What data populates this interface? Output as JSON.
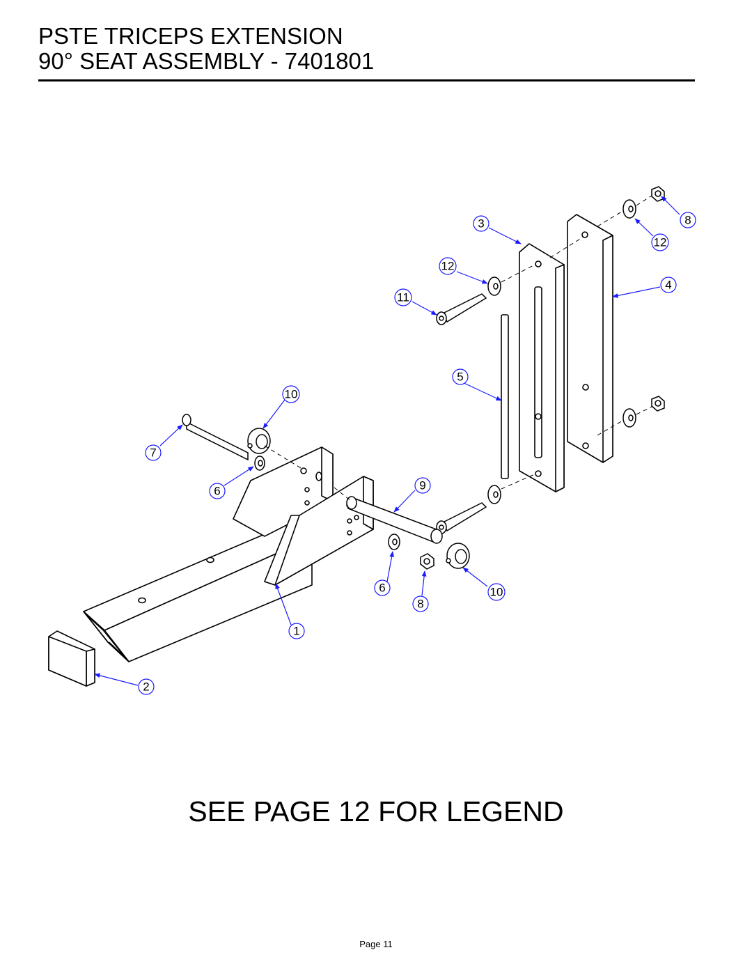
{
  "header": {
    "title_line1": "PSTE TRICEPS EXTENSION",
    "title_line2": "90° SEAT ASSEMBLY - 7401801"
  },
  "callouts": [
    {
      "id": "c3",
      "label": "3"
    },
    {
      "id": "c8a",
      "label": "8"
    },
    {
      "id": "c12a",
      "label": "12"
    },
    {
      "id": "c12b",
      "label": "12"
    },
    {
      "id": "c4",
      "label": "4"
    },
    {
      "id": "c11",
      "label": "11"
    },
    {
      "id": "c5",
      "label": "5"
    },
    {
      "id": "c10a",
      "label": "10"
    },
    {
      "id": "c7",
      "label": "7"
    },
    {
      "id": "c6a",
      "label": "6"
    },
    {
      "id": "c9",
      "label": "9"
    },
    {
      "id": "c6b",
      "label": "6"
    },
    {
      "id": "c10b",
      "label": "10"
    },
    {
      "id": "c8b",
      "label": "8"
    },
    {
      "id": "c1",
      "label": "1"
    },
    {
      "id": "c2",
      "label": "2"
    }
  ],
  "legend_note": "SEE PAGE 12 FOR LEGEND",
  "footer": {
    "page_label": "Page 11"
  },
  "colors": {
    "callout": "#1a1aff",
    "line": "#000000"
  }
}
